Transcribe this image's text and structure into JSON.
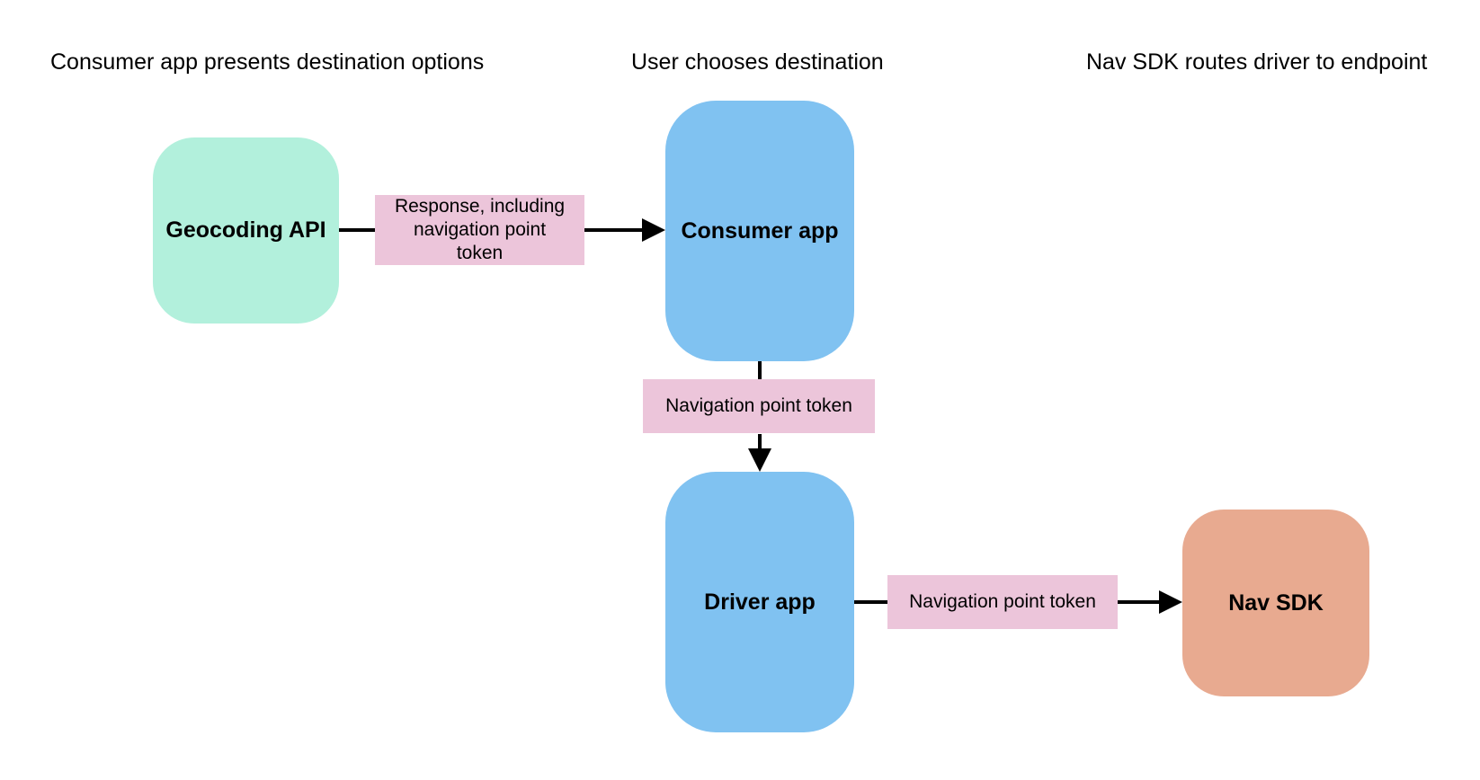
{
  "diagram": {
    "headers": [
      {
        "label": "Consumer app presents destination options"
      },
      {
        "label": "User chooses destination"
      },
      {
        "label": "Nav SDK routes driver to endpoint"
      }
    ],
    "nodes": [
      {
        "id": "geocoding-api",
        "label": "Geocoding API",
        "fill": "#b2f0dc"
      },
      {
        "id": "consumer-app",
        "label": "Consumer app",
        "fill": "#80c2f1"
      },
      {
        "id": "driver-app",
        "label": "Driver app",
        "fill": "#80c2f1"
      },
      {
        "id": "nav-sdk",
        "label": "Nav SDK",
        "fill": "#e8aa90"
      }
    ],
    "edge_labels": [
      {
        "text": "Response, including\nnavigation point\ntoken",
        "fill": "#ecc5da"
      },
      {
        "text": "Navigation point token",
        "fill": "#ecc5da"
      },
      {
        "text": "Navigation point token",
        "fill": "#ecc5da"
      }
    ],
    "edges": [
      {
        "from": "Geocoding API",
        "to": "Consumer app",
        "label": "Response, including navigation point token"
      },
      {
        "from": "Consumer app",
        "to": "Driver app",
        "label": "Navigation point token"
      },
      {
        "from": "Driver app",
        "to": "Nav SDK",
        "label": "Navigation point token"
      }
    ],
    "colors": {
      "background": "#ffffff",
      "node_green": "#b2f0dc",
      "node_blue": "#80c2f1",
      "node_orange": "#e8aa90",
      "edge_label_pink": "#ecc5da",
      "connector": "#000000",
      "text": "#000000"
    }
  }
}
